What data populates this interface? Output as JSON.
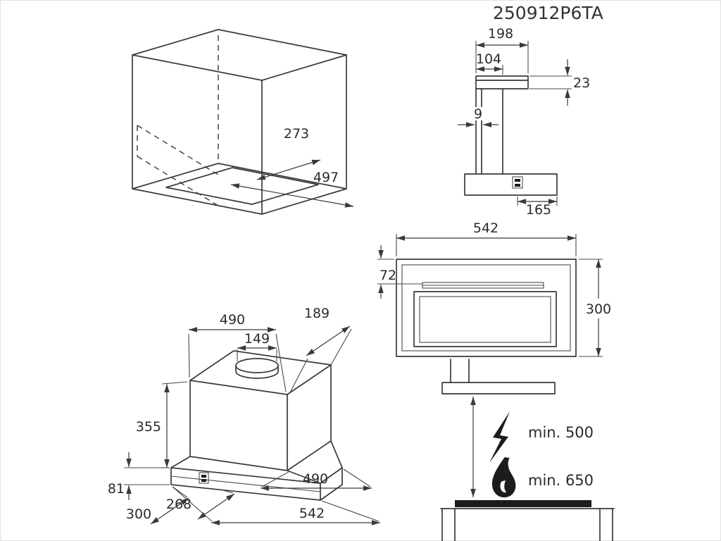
{
  "title": "250912P6TA",
  "colors": {
    "line": "#3a3a3a",
    "text": "#2b2b2b",
    "background": "#ffffff",
    "icon_fill": "#1c1c1c"
  },
  "views": {
    "cabinet_cutout": {
      "description": "isometric cabinet with bottom cutout",
      "dims": {
        "cutout_depth": "273",
        "cutout_width": "497"
      }
    },
    "side_profile": {
      "description": "side view of hood top section",
      "dims": {
        "top_total_depth": "198",
        "duct_depth": "104",
        "top_panel_height": "23",
        "panel_thickness": "9",
        "switch_to_back": "165"
      }
    },
    "front": {
      "description": "front view of hood",
      "dims": {
        "width": "542",
        "top_offset": "72",
        "height": "300"
      }
    },
    "perspective": {
      "description": "perspective view of hood body",
      "dims": {
        "top_width": "490",
        "top_depth": "189",
        "vent_width": "149",
        "body_height": "355",
        "frame_height": "81",
        "total_depth": "300",
        "body_depth": "268",
        "body_width": "490",
        "frame_width": "542"
      }
    },
    "clearance": {
      "description": "minimum mounting clearance over hob",
      "electric_min": "min. 500",
      "gas_min": "min. 650"
    }
  }
}
